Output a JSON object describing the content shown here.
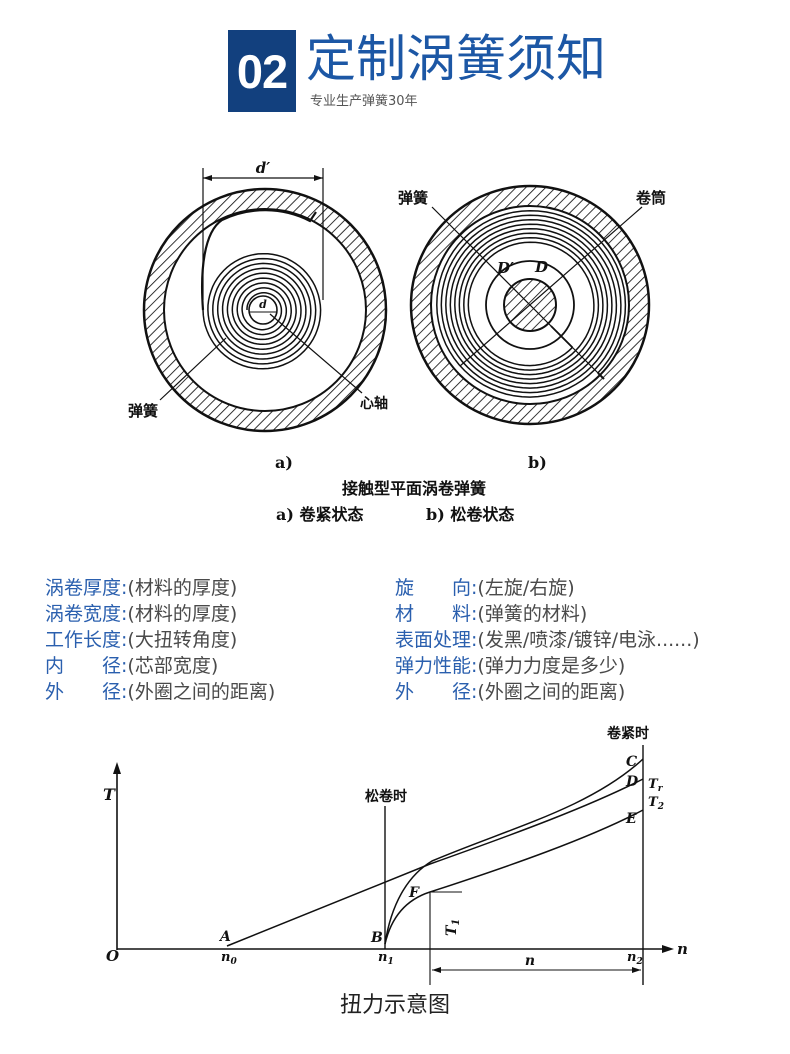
{
  "header": {
    "number": "02",
    "title": "定制涡簧须知",
    "subtitle": "专业生产弹簧30年"
  },
  "figure_springs": {
    "tightened": {
      "coil_diameter_label": "d′",
      "arbor_diameter_label": "d",
      "spring_label": "弹簧",
      "arbor_label": "心轴",
      "tag": "a)"
    },
    "loosened": {
      "spring_label": "弹簧",
      "drum_label": "卷筒",
      "inner_diameter_label": "D′",
      "outer_diameter_label": "D",
      "tag": "b)"
    },
    "caption": {
      "title": "接触型平面涡卷弹簧",
      "part_a": "a) 卷紧状态",
      "part_b": "b) 松卷状态"
    }
  },
  "specs": {
    "left": [
      {
        "label": "涡卷厚度:",
        "value": "(材料的厚度)"
      },
      {
        "label": "涡卷宽度:",
        "value": "(材料的厚度)"
      },
      {
        "label": "工作长度:",
        "value": "(大扭转角度)"
      },
      {
        "label": "内　　径:",
        "value": "(芯部宽度)"
      },
      {
        "label": "外　　径:",
        "value": "(外圈之间的距离)"
      }
    ],
    "right": [
      {
        "label": "旋　　向:",
        "value": "(左旋/右旋)"
      },
      {
        "label": "材　　料:",
        "value": "(弹簧的材料)"
      },
      {
        "label": "表面处理:",
        "value": "(发黑/喷漆/镀锌/电泳......)"
      },
      {
        "label": "弹力性能:",
        "value": "(弹力力度是多少)"
      },
      {
        "label": "外　　径:",
        "value": "(外圈之间的距离)"
      }
    ]
  },
  "figure_torque": {
    "y_axis_label": "T",
    "origin_label": "O",
    "x_axis_label": "n",
    "point_a": "A",
    "point_b": "B",
    "point_c": "C",
    "point_d": "D",
    "point_e": "E",
    "point_f": "F",
    "tick_n0": {
      "main": "n",
      "sub": "0"
    },
    "tick_n1": {
      "main": "n",
      "sub": "1"
    },
    "tick_n2": {
      "main": "n",
      "sub": "2"
    },
    "torque_r": {
      "main": "T",
      "sub": "r"
    },
    "torque_2": {
      "main": "T",
      "sub": "2"
    },
    "torque_1": {
      "main": "T",
      "sub": "1"
    },
    "loosened_label": "松卷时",
    "tightened_label": "卷紧时",
    "span_label": "n",
    "caption": "扭力示意图"
  },
  "colors": {
    "accent_box": "#12407e",
    "title": "#1c57a5",
    "label": "#2a5fae",
    "value": "#4a4a4a"
  }
}
